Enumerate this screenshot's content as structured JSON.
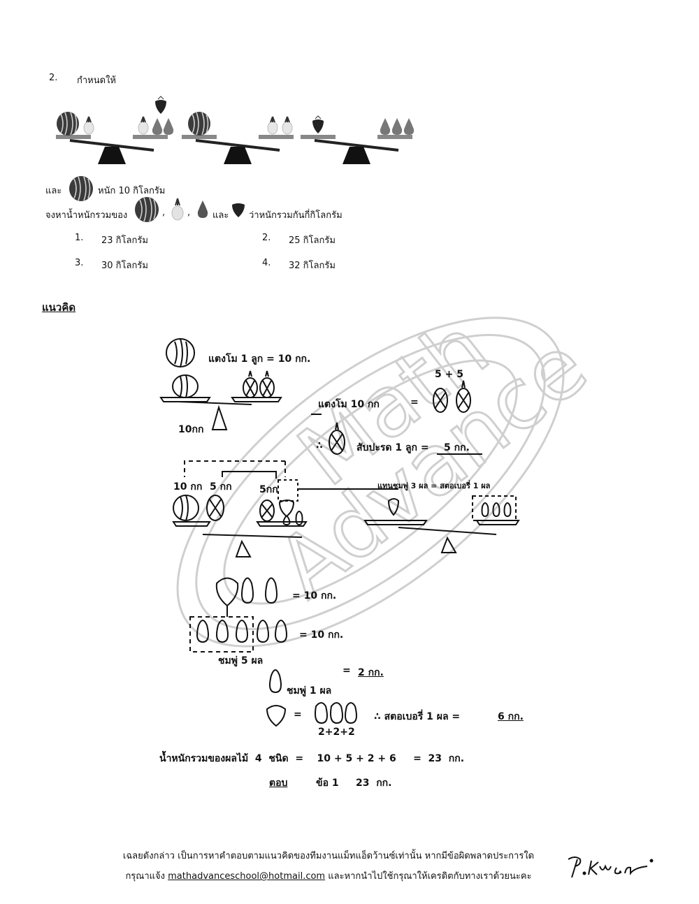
{
  "question": {
    "number": "2.",
    "intro": "กำหนดให้",
    "given_prefix": "และ",
    "given_suffix": "หนัก 10 กิโลกรัม",
    "ask_prefix": "จงหาน้ำหนักรวมของ",
    "ask_sep1": ",",
    "ask_sep2": ",",
    "ask_and": "และ",
    "ask_suffix": "ว่าหนักรวมกันกี่กิโลกรัม",
    "options": [
      {
        "num": "1.",
        "text": "23  กิโลกรัม"
      },
      {
        "num": "2.",
        "text": "25  กิโลกรัม"
      },
      {
        "num": "3.",
        "text": "30  กิโลกรัม"
      },
      {
        "num": "4.",
        "text": "32  กิโลกรัม"
      }
    ]
  },
  "solution": {
    "heading": "แนวคิด",
    "line1": "แตงโม  1  ลูก  =  10 กก.",
    "eq_top": "5 + 5",
    "line2": "แตงโม 10 กก",
    "eq_sign1": "=",
    "label_10kg_a": "10กก",
    "line3_prefix": "∴",
    "line3": "สับปะรด 1 ลูก   =",
    "line3_value": "5  กก.",
    "label_10kg_b": "10 กก",
    "label_5kg_a": "5 กก",
    "label_5kg_b": "5กก",
    "swap_note": "แทนชมพู่ 3  ผล  =  สตอเบอรี่  1 ผล",
    "eq_10kg_1": "=  10  กก.",
    "eq_10kg_2": "=  10 กก.",
    "pears5": "ชมพู่  5  ผล",
    "eq_2kg": "=",
    "eq_2kg_value": "2  กก.",
    "pear1": "ชมพู่ 1 ผล",
    "eq_sign2": "=",
    "sum_222": "2+2+2",
    "straw_result": "∴  สตอเบอรี่     1 ผล  =",
    "straw_value": "6  กก.",
    "total_line": "น้ำหนักรวมของผลไม้  4  ชนิด  =    10 + 5 + 2 + 6     =  23  กก.",
    "answer_label": "ตอบ",
    "answer_text": "ข้อ 1     23  กก."
  },
  "watermark": "Math Advance",
  "footer": {
    "line1": "เฉลยดังกล่าว เป็นการหาคำตอบตามแนวคิดของทีมงานแม็ทแอ็ดว้านซ์เท่านั้น  หากมีข้อผิดพลาดประการใด",
    "line2_prefix": "กรุณาแจ้ง",
    "email": "mathadvanceschool@hotmail.com",
    "line2_suffix": "และหากนำไปใช้กรุณาให้เครดิตกับทางเราด้วยนะคะ",
    "signature": "P. Kwan"
  },
  "colors": {
    "ink": "#111111",
    "watermark": "#c8c8c8"
  }
}
